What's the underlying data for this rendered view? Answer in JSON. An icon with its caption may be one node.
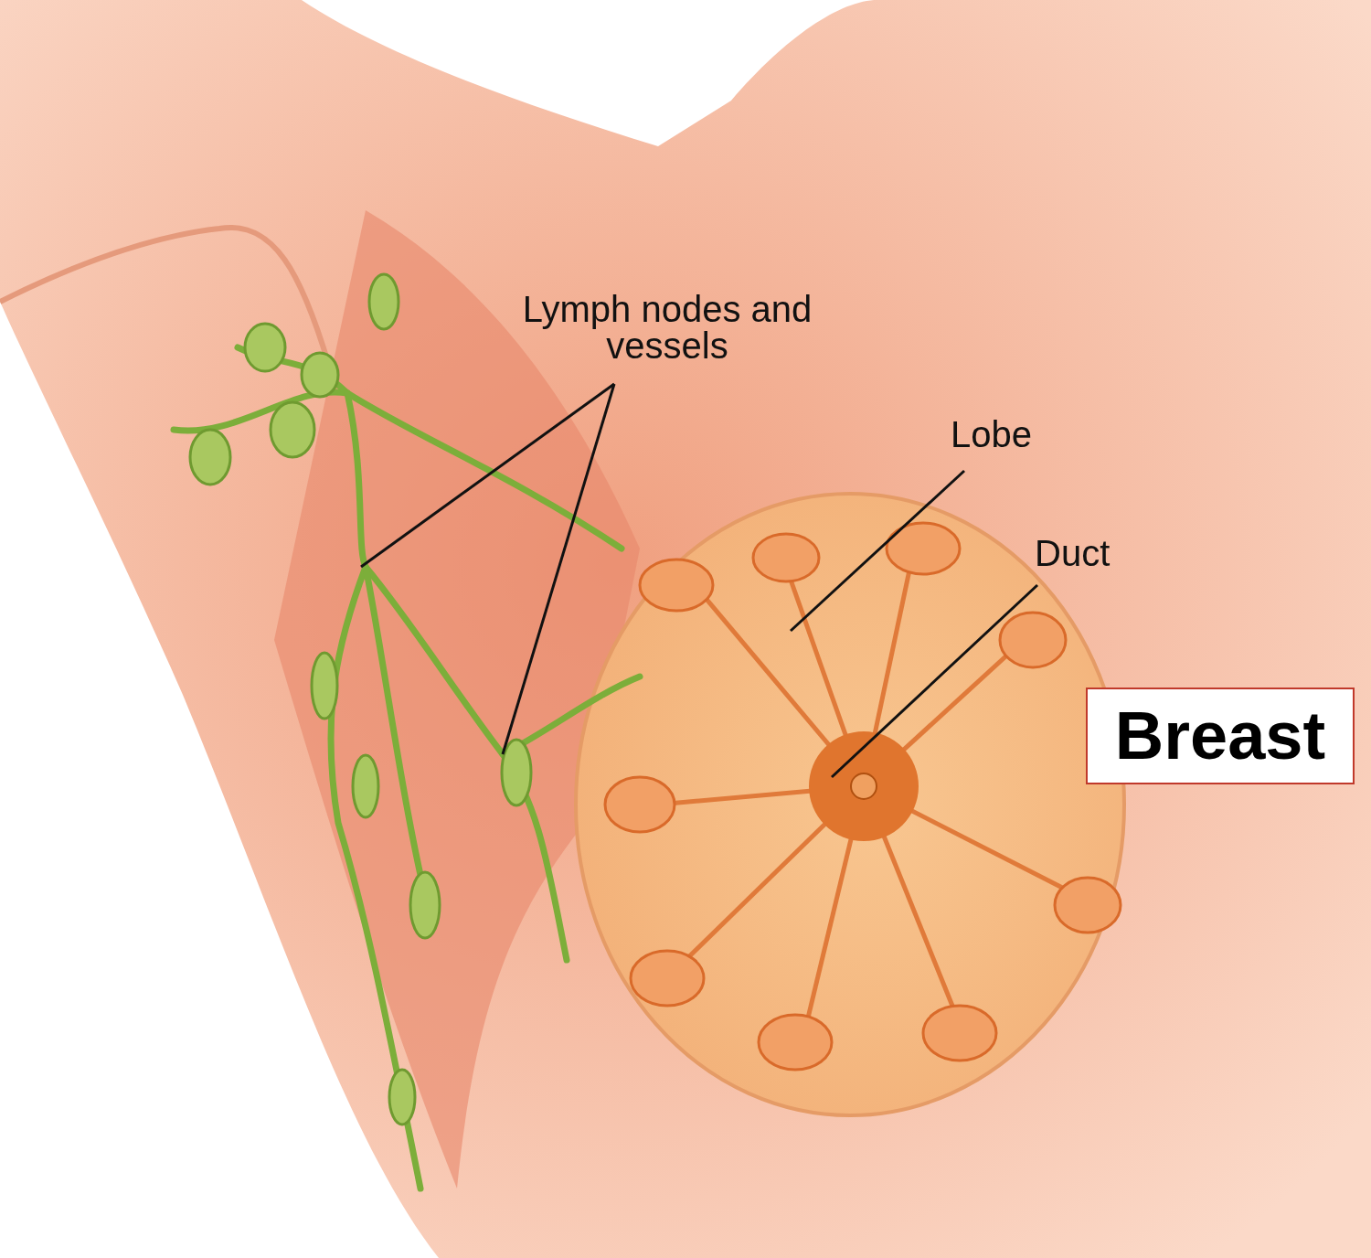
{
  "diagram": {
    "nodes": [
      {
        "text": [
          "Lymph nodes and vessels"
        ]
      },
      {
        "text": [
          "Lobe"
        ]
      },
      {
        "text": [
          "Duct"
        ]
      },
      {
        "text": [
          "Breast"
        ]
      }
    ],
    "edges": [
      {
        "from": 0,
        "to": null,
        "arrow": "none"
      },
      {
        "from": 0,
        "to": null,
        "arrow": "none"
      },
      {
        "from": 1,
        "to": null,
        "arrow": "none"
      },
      {
        "from": 2,
        "to": null,
        "arrow": "none"
      }
    ]
  }
}
